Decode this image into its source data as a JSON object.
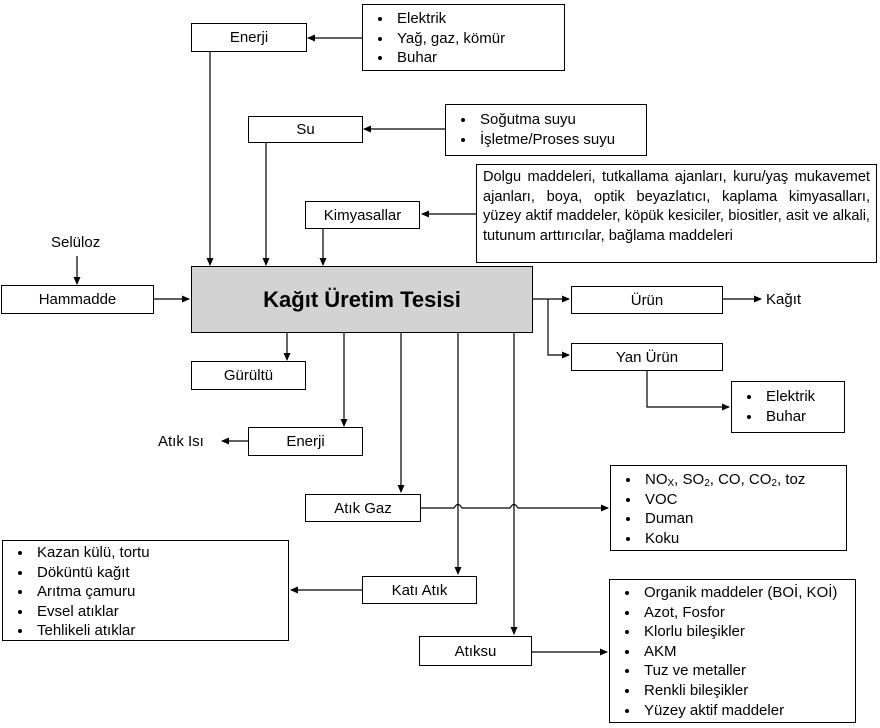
{
  "center": {
    "title": "Kağıt Üretim Tesisi"
  },
  "inputs": {
    "energy": {
      "label": "Enerji",
      "sources": [
        "Elektrik",
        "Yağ, gaz, kömür",
        "Buhar"
      ]
    },
    "water": {
      "label": "Su",
      "sources": [
        "Soğutma suyu",
        "İşletme/Proses suyu"
      ]
    },
    "chemicals": {
      "label": "Kimyasallar",
      "description": "Dolgu maddeleri, tutkallama ajanları, kuru/yaş mukavemet ajanları, boya, optik beyazlatıcı, kaplama kimyasalları, yüzey aktif maddeler, köpük kesiciler, biositler, asit ve alkali, tutunum arttırıcılar, bağlama maddeleri"
    },
    "raw": {
      "label": "Hammadde",
      "source": "Selüloz"
    }
  },
  "outputs": {
    "noise": "Gürültü",
    "energy": {
      "label": "Enerji",
      "result": "Atık Isı"
    },
    "product": {
      "label": "Ürün",
      "result": "Kağıt"
    },
    "byproduct": {
      "label": "Yan Ürün",
      "results": [
        "Elektrik",
        "Buhar"
      ]
    },
    "gas": {
      "label": "Atık Gaz",
      "items": [
        {
          "base": "NO",
          "sub": "X",
          "rest": ", SO",
          "sub2": "2",
          "rest2": ", CO, CO",
          "sub3": "2",
          "rest3": ", toz"
        },
        "VOC",
        "Duman",
        "Koku"
      ]
    },
    "solid": {
      "label": "Katı Atık",
      "items": [
        "Kazan külü, tortu",
        "Döküntü kağıt",
        "Arıtma çamuru",
        "Evsel atıklar",
        "Tehlikeli atıklar"
      ]
    },
    "wastewater": {
      "label": "Atıksu",
      "items": [
        "Organik maddeler (BOİ, KOİ)",
        "Azot, Fosfor",
        "Klorlu bileşikler",
        "AKM",
        "Tuz ve metaller",
        "Renkli bileşikler",
        "Yüzey aktif maddeler"
      ]
    }
  }
}
